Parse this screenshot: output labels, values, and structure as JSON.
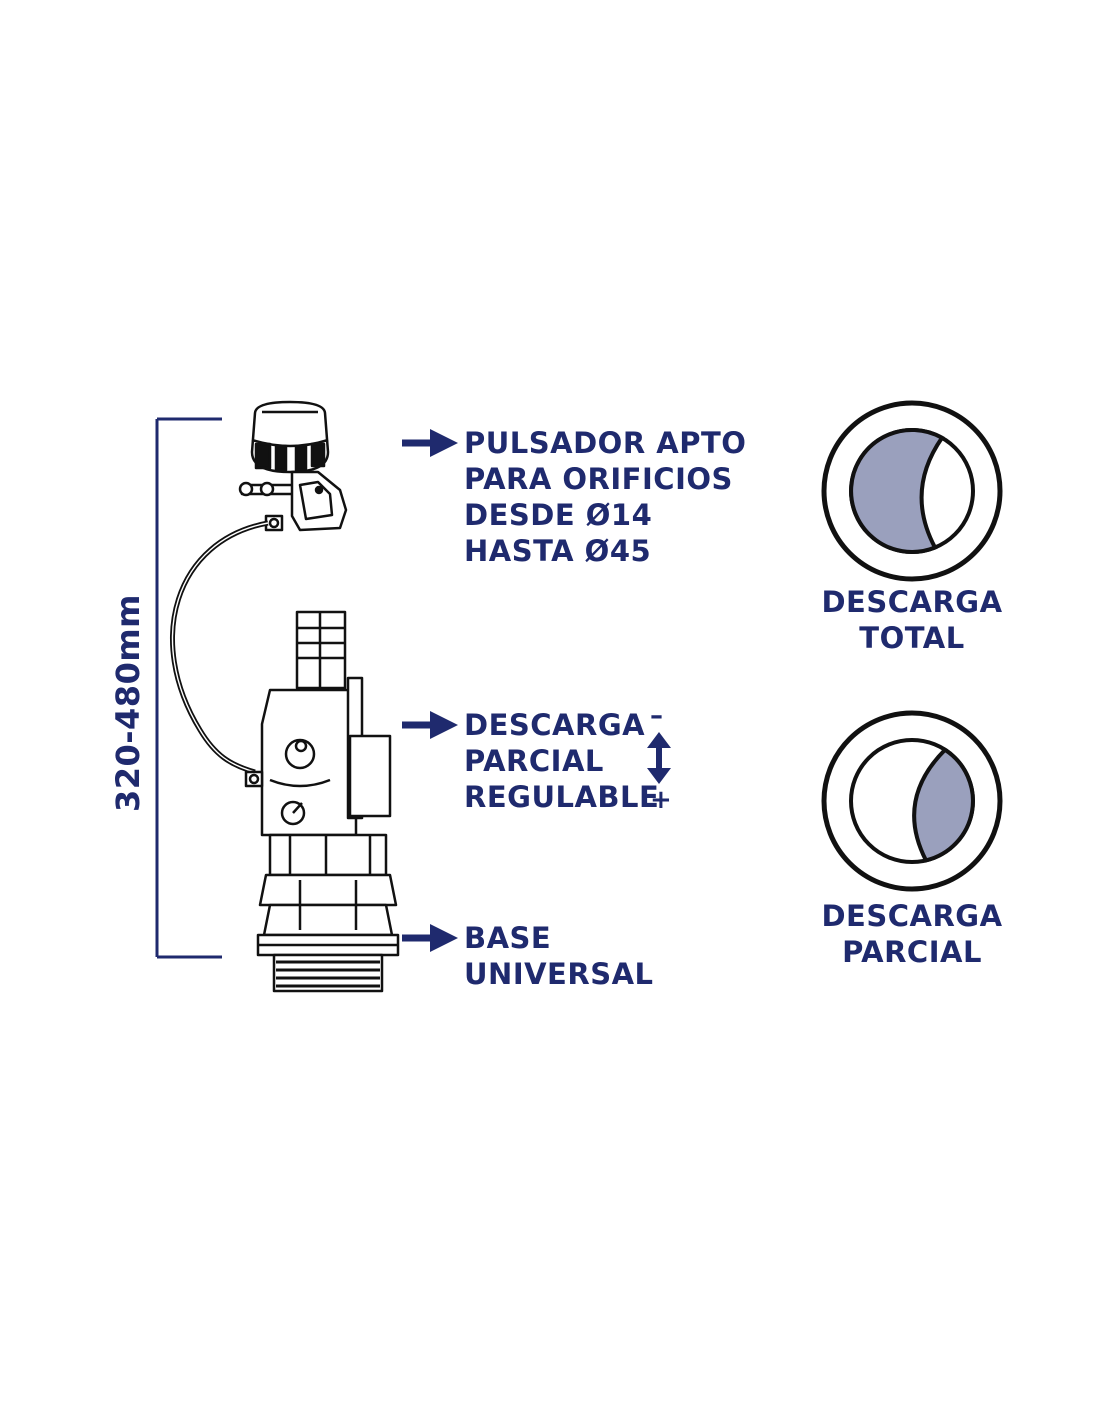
{
  "colors": {
    "navy": "#1f2a6e",
    "fill": "#9aa0bd",
    "line": "#111111"
  },
  "dimension": {
    "label": "320-480mm"
  },
  "labels": {
    "pulsador": [
      "PULSADOR APTO",
      "PARA ORIFICIOS",
      "DESDE Ø14",
      "HASTA Ø45"
    ],
    "descarga_parcial_regulable": [
      "DESCARGA",
      "PARCIAL",
      "REGULABLE"
    ],
    "adjust_minus": "–",
    "adjust_plus": "+",
    "base": [
      "BASE",
      "UNIVERSAL"
    ]
  },
  "buttons": {
    "total": {
      "caption": [
        "DESCARGA",
        "TOTAL"
      ]
    },
    "parcial": {
      "caption": [
        "DESCARGA",
        "PARCIAL"
      ]
    }
  },
  "icons": [
    "arrow-right-icon",
    "double-arrow-vertical-icon",
    "push-button-icon",
    "flush-valve-drawing"
  ]
}
